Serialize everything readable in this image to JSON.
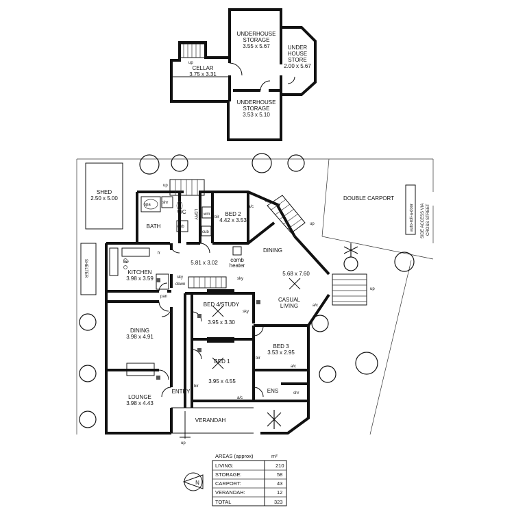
{
  "basement": {
    "underhouse_storage_top": {
      "name": "UNDERHOUSE",
      "name2": "STORAGE",
      "dims": "3.55 x 5.67"
    },
    "underhouse_store": {
      "name": "UNDER",
      "name2": "HOUSE",
      "name3": "STORE",
      "dims": "2.00 x 5.67"
    },
    "cellar": {
      "name": "CELLAR",
      "dims": "3.75 x 3.31",
      "stair": "up"
    },
    "underhouse_storage_bottom": {
      "name": "UNDERHOUSE",
      "name2": "STORAGE",
      "dims": "3.53 x 5.10"
    }
  },
  "ground": {
    "shed": {
      "name": "SHED",
      "dims": "2.50 x 5.00"
    },
    "shelter": {
      "name": "SHELTER"
    },
    "double_carport": {
      "name": "DOUBLE CARPORT"
    },
    "auto_door": "auto-roll-a-door",
    "side_access": {
      "line1": "SIDE ACCESS VIA",
      "line2": "CROSS STREET"
    },
    "bath": {
      "name": "BATH"
    },
    "spa": "spa",
    "shr": "shr",
    "wc": "WC",
    "ldry": "LDRY",
    "cub": "cub",
    "wm": "wm",
    "bir": "bir",
    "bed2": {
      "name": "BED 2",
      "dims": "4.42 x 3.53"
    },
    "ac": "a/c",
    "up": "up",
    "kitchen": {
      "name": "KITCHEN",
      "dims": "3.98 x 3.59"
    },
    "dw": "dw",
    "fr": "fr",
    "pan": "pan",
    "family": {
      "dims": "5.81 x 3.02"
    },
    "comb_heater": {
      "line1": "comb",
      "line2": "heater"
    },
    "sky": "sky",
    "down": "down",
    "dining_casual": {
      "name": "DINING",
      "dims": "5.68 x 7.60",
      "casual": "CASUAL",
      "living": "LIVING"
    },
    "bed4": {
      "name": "BED 4/STUDY",
      "dims": "3.95 x 3.30"
    },
    "dining": {
      "name": "DINING",
      "dims": "3.98 x 4.91"
    },
    "bed3": {
      "name": "BED 3",
      "dims": "3.53 x 2.95"
    },
    "bed1": {
      "name": "BED 1",
      "dims": "3.95 x 4.55"
    },
    "ens": "ENS",
    "lounge": {
      "name": "LOUNGE",
      "dims": "3.98 x 4.43"
    },
    "entry": "ENTRY",
    "verandah": "VERANDAH"
  },
  "areas": {
    "header": "AREAS (approx)",
    "unit": "m²",
    "rows": [
      {
        "label": "LIVING:",
        "value": "210"
      },
      {
        "label": "STORAGE:",
        "value": "58"
      },
      {
        "label": "CARPORT:",
        "value": "43"
      },
      {
        "label": "VERANDAH:",
        "value": "12"
      }
    ],
    "total_label": "TOTAL",
    "total_value": "323"
  },
  "north": "N"
}
